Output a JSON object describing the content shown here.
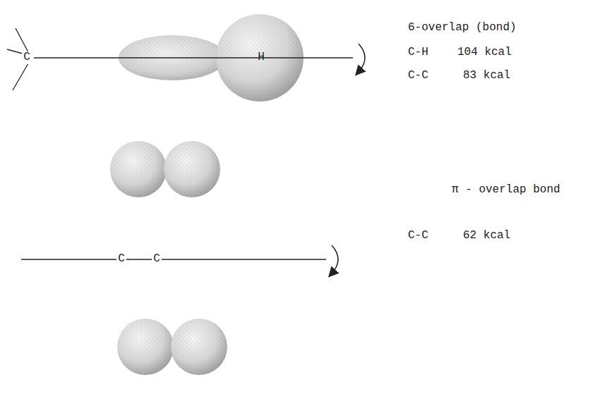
{
  "diagram": {
    "labels": [
      "C",
      "H",
      "6-overlap (bond)",
      "C-H",
      "104 kcal",
      "C-C",
      "83 kcal",
      "π - overlap bond",
      "C",
      "C",
      "C-C",
      "62 kcal"
    ]
  }
}
